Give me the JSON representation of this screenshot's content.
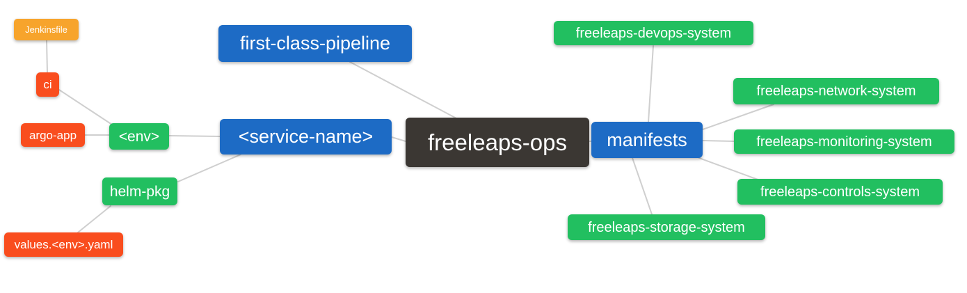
{
  "diagram_type": "mindmap",
  "root": "freeleaps_ops",
  "colors": {
    "node_blue": "#1d6bc5",
    "node_green": "#22bf60",
    "node_red": "#f94d1e",
    "node_orange": "#f7a42c",
    "node_dark": "#3b3733",
    "edge_gray": "#cfcfcf",
    "text_white": "#ffffff"
  },
  "nodes": {
    "freeleaps_ops": {
      "label": "freeleaps-ops",
      "level": 0
    },
    "first_class_pipeline": {
      "label": "first-class-pipeline",
      "level": 1
    },
    "service_name": {
      "label": "<service-name>",
      "level": 1
    },
    "manifests": {
      "label": "manifests",
      "level": 1
    },
    "env": {
      "label": "<env>",
      "level": 2
    },
    "helm_pkg": {
      "label": "helm-pkg",
      "level": 2
    },
    "ci": {
      "label": "ci",
      "level": 3
    },
    "argo_app": {
      "label": "argo-app",
      "level": 3
    },
    "values_env_yaml": {
      "label": "values.<env>.yaml",
      "level": 3
    },
    "jenkinsfile": {
      "label": "Jenkinsfile",
      "level": 4
    },
    "devops_system": {
      "label": "freeleaps-devops-system",
      "level": 2
    },
    "network_system": {
      "label": "freeleaps-network-system",
      "level": 2
    },
    "monitoring_system": {
      "label": "freeleaps-monitoring-system",
      "level": 2
    },
    "controls_system": {
      "label": "freeleaps-controls-system",
      "level": 2
    },
    "storage_system": {
      "label": "freeleaps-storage-system",
      "level": 2
    }
  },
  "edges": [
    {
      "from": "jenkinsfile",
      "to": "ci"
    },
    {
      "from": "ci",
      "to": "env"
    },
    {
      "from": "argo_app",
      "to": "env"
    },
    {
      "from": "env",
      "to": "service_name"
    },
    {
      "from": "values_env_yaml",
      "to": "helm_pkg"
    },
    {
      "from": "helm_pkg",
      "to": "service_name"
    },
    {
      "from": "first_class_pipeline",
      "to": "freeleaps_ops"
    },
    {
      "from": "service_name",
      "to": "freeleaps_ops"
    },
    {
      "from": "freeleaps_ops",
      "to": "manifests"
    },
    {
      "from": "manifests",
      "to": "devops_system"
    },
    {
      "from": "manifests",
      "to": "network_system"
    },
    {
      "from": "manifests",
      "to": "monitoring_system"
    },
    {
      "from": "manifests",
      "to": "controls_system"
    },
    {
      "from": "manifests",
      "to": "storage_system"
    }
  ]
}
